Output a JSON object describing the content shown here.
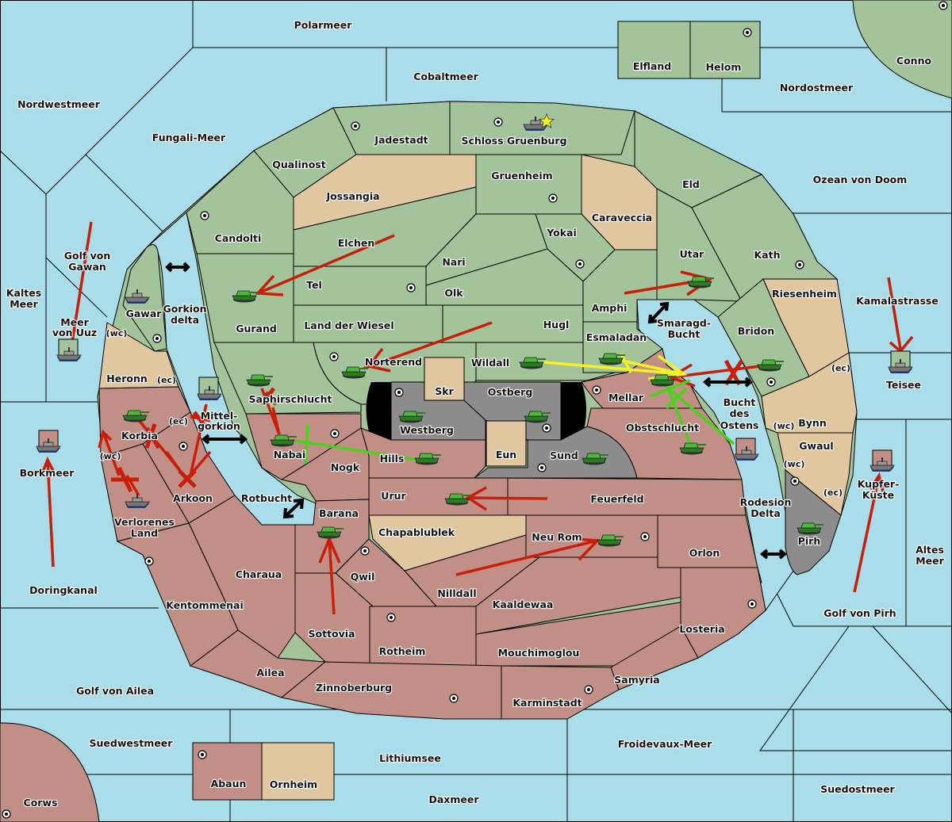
{
  "map": {
    "type": "diplomacy-style strategy map",
    "colors": {
      "sea": "#a8dde9",
      "green_power": "#a3c49a",
      "red_power": "#c28f87",
      "neutral": "#e1c79f",
      "impassable_gray": "#8c8c8c",
      "order_move": "#c81e0a",
      "order_support_yellow": "#f5f222",
      "order_support_green": "#4cd21d"
    },
    "seas": {
      "polarmeer": "Polarmeer",
      "cobaltmeer": "Cobaltmeer",
      "nordwestmeer": "Nordwestmeer",
      "fungali": "Fungali-Meer",
      "nordostmeer": "Nordostmeer",
      "ozean": "Ozean von Doom",
      "golf_gawan_1": "Golf von",
      "golf_gawan_2": "Gawan",
      "kaltes_1": "Kaltes",
      "kaltes_2": "Meer",
      "uuz_1": "Meer",
      "uuz_2": "von Uuz",
      "gorkion_1": "Gorkion",
      "gorkion_2": "delta",
      "mittel_1": "Mittel-",
      "mittel_2": "gorkion",
      "smaragd_1": "Smaragd-",
      "smaragd_2": "Bucht",
      "bucht_1": "Bucht",
      "bucht_2": "des",
      "bucht_3": "Ostens",
      "kamala": "Kamalastrasse",
      "teisee": "Teisee",
      "borkmeer": "Borkmeer",
      "doringkanal": "Doringkanal",
      "rotbucht": "Rotbucht",
      "rodesion_1": "Rodesion",
      "rodesion_2": "Delta",
      "kupfer_1": "Kupfer-",
      "kupfer_2": "Küste",
      "altes_1": "Altes",
      "altes_2": "Meer",
      "golf_pirh": "Golf von Pirh",
      "golf_ailea": "Golf von Ailea",
      "suedwestmeer": "Suedwestmeer",
      "lithiumsee": "Lithiumsee",
      "daxmeer": "Daxmeer",
      "froidevaux": "Froidevaux-Meer",
      "suedostmeer": "Suedostmeer"
    },
    "lands": {
      "elfland": "Elfland",
      "helom": "Helom",
      "conno": "Conno",
      "jadestadt": "Jadestadt",
      "schloss": "Schloss Gruenburg",
      "qualinost": "Qualinost",
      "jossangia": "Jossangia",
      "gruenheim": "Gruenheim",
      "caraveccia": "Caraveccia",
      "eld": "Eld",
      "candolti": "Candolti",
      "elchen": "Elchen",
      "nari": "Nari",
      "yokai": "Yokai",
      "utar": "Utar",
      "kath": "Kath",
      "tel": "Tel",
      "olk": "Olk",
      "amphi": "Amphi",
      "riesenheim": "Riesenheim",
      "gurand": "Gurand",
      "land_wiesel": "Land der Wiesel",
      "hugl": "Hugl",
      "bridon": "Bridon",
      "gawar": "Gawar",
      "esmaladan": "Esmaladan",
      "norterend": "Norterend",
      "wildall": "Wildall",
      "heronn": "Heronn",
      "skr": "Skr",
      "ostberg": "Ostberg",
      "mellar": "Mellar",
      "saphirschlucht": "Saphirschlucht",
      "westberg": "Westberg",
      "korbia": "Korbia",
      "obstschlucht": "Obstschlucht",
      "bynn": "Bynn",
      "gwaul": "Gwaul",
      "nabai": "Nabai",
      "hills": "Hills",
      "eun": "Eun",
      "sund": "Sund",
      "nogk": "Nogk",
      "arkoon": "Arkoon",
      "urur": "Urur",
      "feuerfeld": "Feuerfeld",
      "verlorenes_1": "Verlorenes",
      "verlorenes_2": "Land",
      "barana": "Barana",
      "chapablublek": "Chapablublek",
      "neu_rom": "Neu Rom",
      "orlon": "Orlon",
      "pirh": "Pirh",
      "charaua": "Charaua",
      "qwil": "Qwil",
      "nilldall": "Nilldall",
      "kaaldewaa": "Kaaldewaa",
      "kentommenai": "Kentommenai",
      "losteria": "Losteria",
      "sottovia": "Sottovia",
      "rotheim": "Rotheim",
      "mouchimoglou": "Mouchimoglou",
      "ailea": "Ailea",
      "samyria": "Samyria",
      "zinnoberburg": "Zinnoberburg",
      "karminstadt": "Karminstadt",
      "abaun": "Abaun",
      "ornheim": "Ornheim",
      "corws": "Corws"
    },
    "coast_tags": {
      "wc": "(wc)",
      "ec": "(ec)"
    },
    "units": [
      {
        "type": "fleet",
        "power": "green",
        "location": "Schloss Gruenburg",
        "marker": "star"
      },
      {
        "type": "fleet",
        "power": "green",
        "location": "Gawar"
      },
      {
        "type": "fleet",
        "power": "green",
        "location": "Meer von Uuz"
      },
      {
        "type": "fleet",
        "power": "green",
        "location": "Mittelgorkion"
      },
      {
        "type": "fleet",
        "power": "green",
        "location": "Teisee"
      },
      {
        "type": "fleet",
        "power": "red",
        "location": "Borkmeer"
      },
      {
        "type": "fleet",
        "power": "red",
        "location": "Verlorenes Land"
      },
      {
        "type": "fleet",
        "power": "red",
        "location": "Bucht des Ostens"
      },
      {
        "type": "fleet",
        "power": "red",
        "location": "Kupfer-Küste"
      },
      {
        "type": "army",
        "location": "Gurand"
      },
      {
        "type": "army",
        "location": "Norterend"
      },
      {
        "type": "army",
        "location": "Saphirschlucht"
      },
      {
        "type": "army",
        "location": "Korbia"
      },
      {
        "type": "army",
        "location": "Nabai"
      },
      {
        "type": "army",
        "location": "Westberg"
      },
      {
        "type": "army",
        "location": "Ostberg"
      },
      {
        "type": "army",
        "location": "Wildall"
      },
      {
        "type": "army",
        "location": "Esmaladan"
      },
      {
        "type": "army",
        "location": "Mellar"
      },
      {
        "type": "army",
        "location": "Bridon"
      },
      {
        "type": "army",
        "location": "Utar"
      },
      {
        "type": "army",
        "location": "Obstschlucht"
      },
      {
        "type": "army",
        "location": "Hills"
      },
      {
        "type": "army",
        "location": "Sund"
      },
      {
        "type": "army",
        "location": "Urur"
      },
      {
        "type": "army",
        "location": "Barana"
      },
      {
        "type": "army",
        "location": "Neu Rom"
      },
      {
        "type": "army",
        "location": "Pirh"
      }
    ]
  }
}
